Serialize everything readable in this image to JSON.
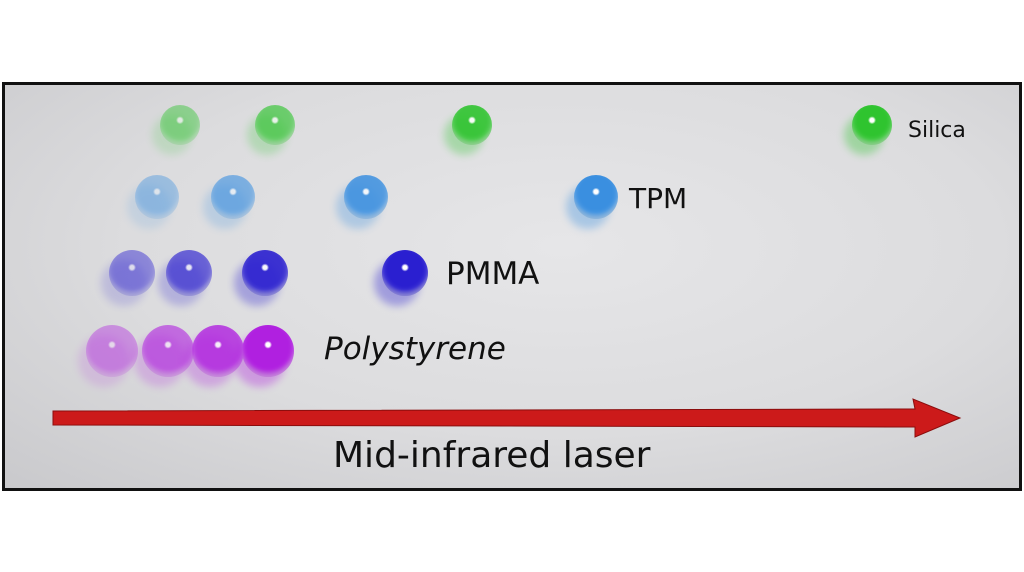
{
  "labels": {
    "silica": "Silica",
    "tpm": "TPM",
    "pmma": "PMMA",
    "polystyrene": "Polystyrene",
    "laser": "Mid-infrared laser"
  },
  "colors": {
    "silica": "#2fc42f",
    "tpm": "#3a8fe0",
    "pmma": "#2a1fd0",
    "polystyrene": "#b020e0",
    "arrow": "#d01818"
  }
}
